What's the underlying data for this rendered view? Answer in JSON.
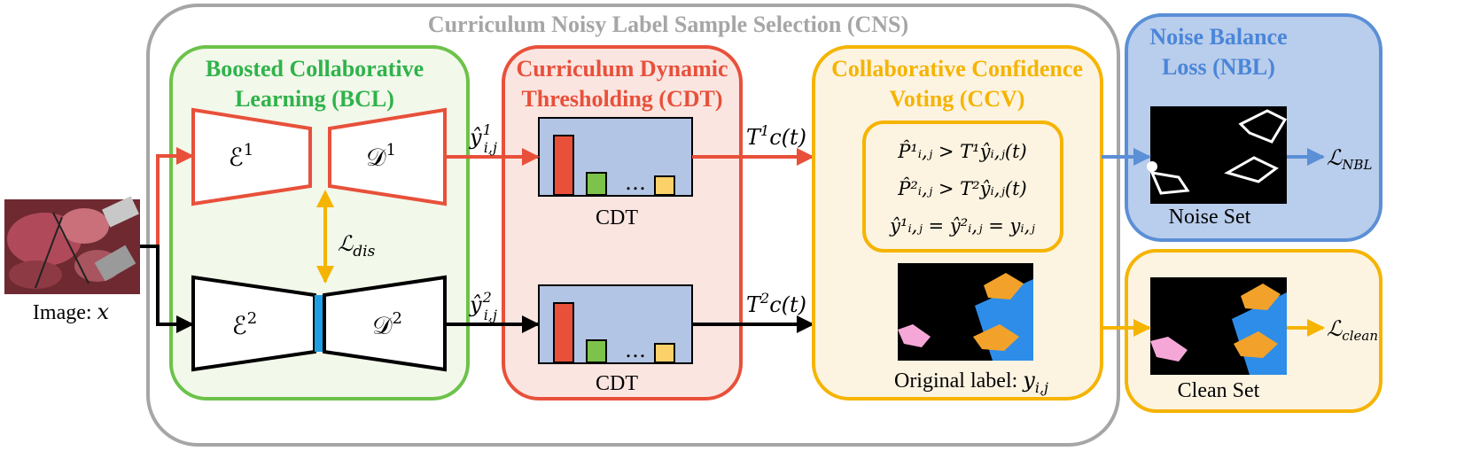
{
  "titles": {
    "cns": "Curriculum Noisy Label Sample Selection (CNS)",
    "bcl_line1": "Boosted Collaborative",
    "bcl_line2": "Learning (BCL)",
    "cdt_line1": "Curriculum Dynamic",
    "cdt_line2": "Thresholding (CDT)",
    "ccv_line1": "Collaborative Confidence",
    "ccv_line2": "Voting (CCV)",
    "nbl_line1": "Noise Balance",
    "nbl_line2": "Loss (NBL)"
  },
  "input": {
    "label": "Image: ",
    "var": "x"
  },
  "bcl": {
    "encoder1": "ℰ",
    "encoder1_sup": "1",
    "decoder1": "𝒟",
    "decoder1_sup": "1",
    "encoder2": "ℰ",
    "encoder2_sup": "2",
    "decoder2": "𝒟",
    "decoder2_sup": "2",
    "loss_dis": "ℒ",
    "loss_dis_sub": "dis"
  },
  "edges": {
    "yhat1": "ŷ",
    "yhat1_sup": "1",
    "yhat1_sub": "i,j",
    "yhat2": "ŷ",
    "yhat2_sup": "2",
    "yhat2_sub": "i,j",
    "t1": "T",
    "t1_sup": "1",
    "t1_rest": "c(t)",
    "t2": "T",
    "t2_sup": "2",
    "t2_rest": "c(t)"
  },
  "cdt": {
    "label_top": "CDT",
    "label_bottom": "CDT",
    "ellipsis": "…"
  },
  "ccv": {
    "cond1": "P̂¹ᵢ,ⱼ > T¹ŷᵢ,ⱼ(t)",
    "cond2": "P̂²ᵢ,ⱼ > T²ŷᵢ,ⱼ(t)",
    "cond3": "ŷ¹ᵢ,ⱼ = ŷ²ᵢ,ⱼ = yᵢ,ⱼ",
    "original_label": "Original label: ",
    "original_var": "y",
    "original_sub": "i,j"
  },
  "outputs": {
    "noise_set": "Noise Set",
    "clean_set": "Clean Set",
    "loss_nbl": "ℒ",
    "loss_nbl_sub": "NBL",
    "loss_clean": "ℒ",
    "loss_clean_sub": "clean"
  },
  "colors": {
    "gray": "#a6a6a6",
    "green": "#6cc24a",
    "green_fill": "#f2f8ea",
    "green_text": "#2fb34a",
    "red": "#e8503a",
    "red_fill": "#fbe5e1",
    "orange": "#f5b400",
    "orange_fill": "#fdf3e1",
    "blue": "#5b8fd6",
    "blue_fill": "#b9cdec",
    "blue_text": "#4a86d8",
    "hist_bg": "#b3c5e4",
    "bar_red": "#e8503a",
    "bar_green": "#7dc24b",
    "bar_yellow": "#fdd16a",
    "link": "#1f9fe3"
  }
}
